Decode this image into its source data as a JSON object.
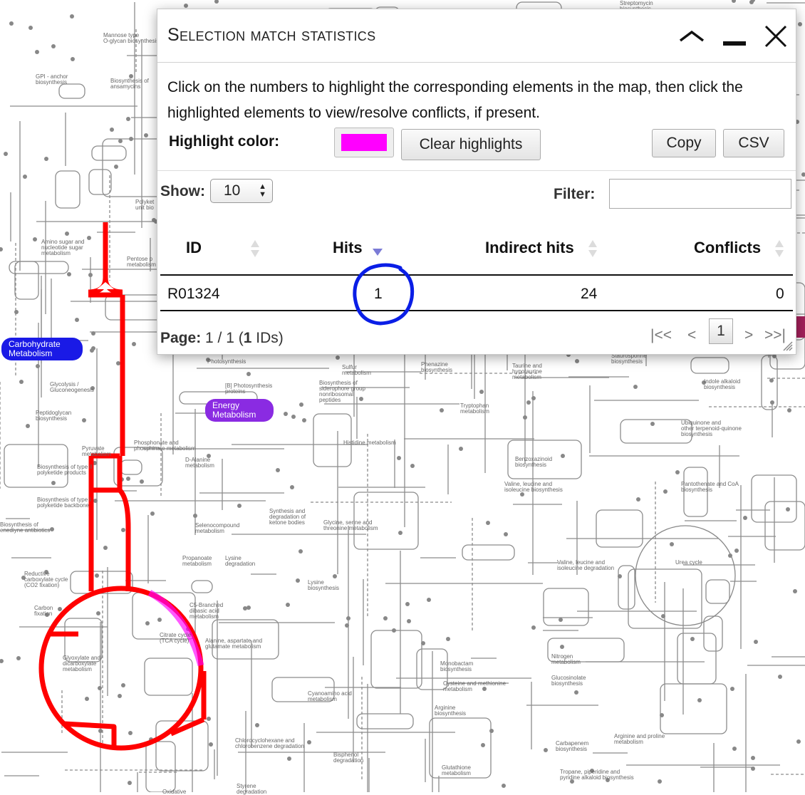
{
  "map": {
    "category_pills": [
      {
        "label": "Carbohydrate\nMetabolism",
        "color": "#1a1ae6"
      },
      {
        "label": "Energy\nMetabolism",
        "color": "#8a2be2"
      }
    ],
    "labels": [
      "Mannose type\nO-glycan biosynthesis",
      "GPI - anchor\nbiosynthesis",
      "Biosynthesis of\nansamycins",
      "Amino sugar and\nnucleotide sugar\nmetabolism",
      "Pentose p\nmetabolism",
      "Polyket\nunit bio",
      "Glycolysis /\nGluconeogenesis",
      "Peptidoglycan\nbiosynthesis",
      "Pyruvate\nmetabolism",
      "Phosphonate and\nphosphinate metabolism",
      "D-Alanine\nmetabolism",
      "Biosynthesis of type II\npolyketide products",
      "Biosynthesis of type I\npolyketide backbone",
      "Biosynthesis of\nenediyne antibiotics",
      "Reductive\ncarboxylate cycle\n(CO2 fixation)",
      "Carbon\nfixation",
      "Glyoxylate and\ndicarboxylate\nmetabolism",
      "Citrate cycle\n(TCA cycle)",
      "C5-Branched\ndibasic acid\nmetabolism",
      "Alanine, aspartate and\nglutamate metabolism",
      "Selenocompound\nmetabolism",
      "Propanoate\nmetabolism",
      "Lysine\ndegradation",
      "Synthesis and\ndegradation of\nketone bodies",
      "Glycine, serine and\nthreonine metabolism",
      "Lysine\nbiosynthesis",
      "Photosynthesis",
      "Sulfur\nmetabolism",
      "Biosynthesis of\nsiderophore group\nnonribosomal\npeptides",
      "Phenazine\nbiosynthesis",
      "Taurine and\nhypotaurine\nmetabolism",
      "Tryptophan\nmetabolism",
      "Histidine metabolism",
      "Benzoxazinoid\nbiosynthesis",
      "Valine, leucine and\nisoleucine biosynthesis",
      "Valine, leucine and\nisoleucine degradation",
      "Urea cycle",
      "Streptomycin\nbiosynthesis",
      "Indole alkaloid\nbiosynthesis",
      "Ubiquinone and\nother terpenoid-quinone\nbiosynthesis",
      "Pantothenate and CoA\nbiosynthesis",
      "Nitrogen\nmetabolism",
      "Glucosinolate\nbiosynthesis",
      "Monobactam\nbiosynthesis",
      "Cysteine and methionine\nmetabolism",
      "Cyanoamino acid\nmetabolism",
      "Arginine\nbiosynthesis",
      "Carbapenem\nbiosynthesis",
      "Arginine and proline\nmetabolism",
      "Chlorocyclohexane and\nchlorobenzene degradation",
      "Bisphenol\ndegradation",
      "Glutathione\nmetabolism",
      "Tropane, piperidine and\npyridine alkaloid biosynthesis",
      "Styrene\ndegradation",
      "Oxidative",
      "[B] Photosynthesis\nproteins",
      "Staurosporine\nbiosynthesis"
    ],
    "colors": {
      "pathway": "#ff0000",
      "highlight": "#ff00ff",
      "lines": "#8c8c8c",
      "annotation": "#0a1ee6"
    }
  },
  "dialog": {
    "title": "Selection match statistics",
    "controls": {
      "collapse": "collapse-icon",
      "minimize": "minimize-icon",
      "close": "close-icon"
    },
    "intro": "Click on the numbers to highlight the corresponding elements in the map, then click the highlighted elements to view/resolve conflicts, if present.",
    "highlight_label": "Highlight color:",
    "highlight_color": "#ff00ff",
    "clear_label": "Clear highlights",
    "copy_label": "Copy",
    "csv_label": "CSV",
    "show_label": "Show:",
    "show_value": "10",
    "filter_label": "Filter:",
    "filter_value": "",
    "columns": [
      "ID",
      "Hits",
      "Indirect hits",
      "Conflicts"
    ],
    "sorted_column": "Hits",
    "rows": [
      {
        "id": "R01324",
        "hits": "1",
        "indirect": "24",
        "conflicts": "0"
      }
    ],
    "page_prefix": "Page:",
    "page_current": "1",
    "page_sep": " / ",
    "page_total": "1",
    "page_count_open": " (",
    "page_ids": "1",
    "page_count_close": " IDs)",
    "pager": {
      "first": "|<<",
      "prev": "<",
      "current": "1",
      "next": ">",
      "last": ">>|"
    }
  }
}
